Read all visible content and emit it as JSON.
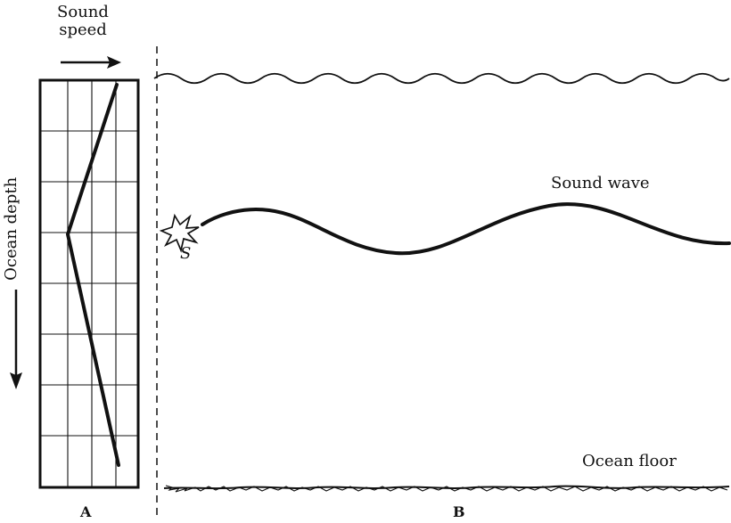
{
  "labels": {
    "sound_speed": "Sound\nspeed",
    "ocean_depth": "Ocean depth",
    "sound_wave": "Sound wave",
    "source": "S",
    "ocean_floor": "Ocean floor",
    "panel_a": "A",
    "panel_b": "B"
  },
  "colors": {
    "ink": "#111111",
    "background": "#ffffff"
  },
  "icons": {
    "speed_arrow": "right-arrow-icon",
    "depth_arrow": "down-arrow-icon",
    "source_marker": "explosion-icon"
  }
}
